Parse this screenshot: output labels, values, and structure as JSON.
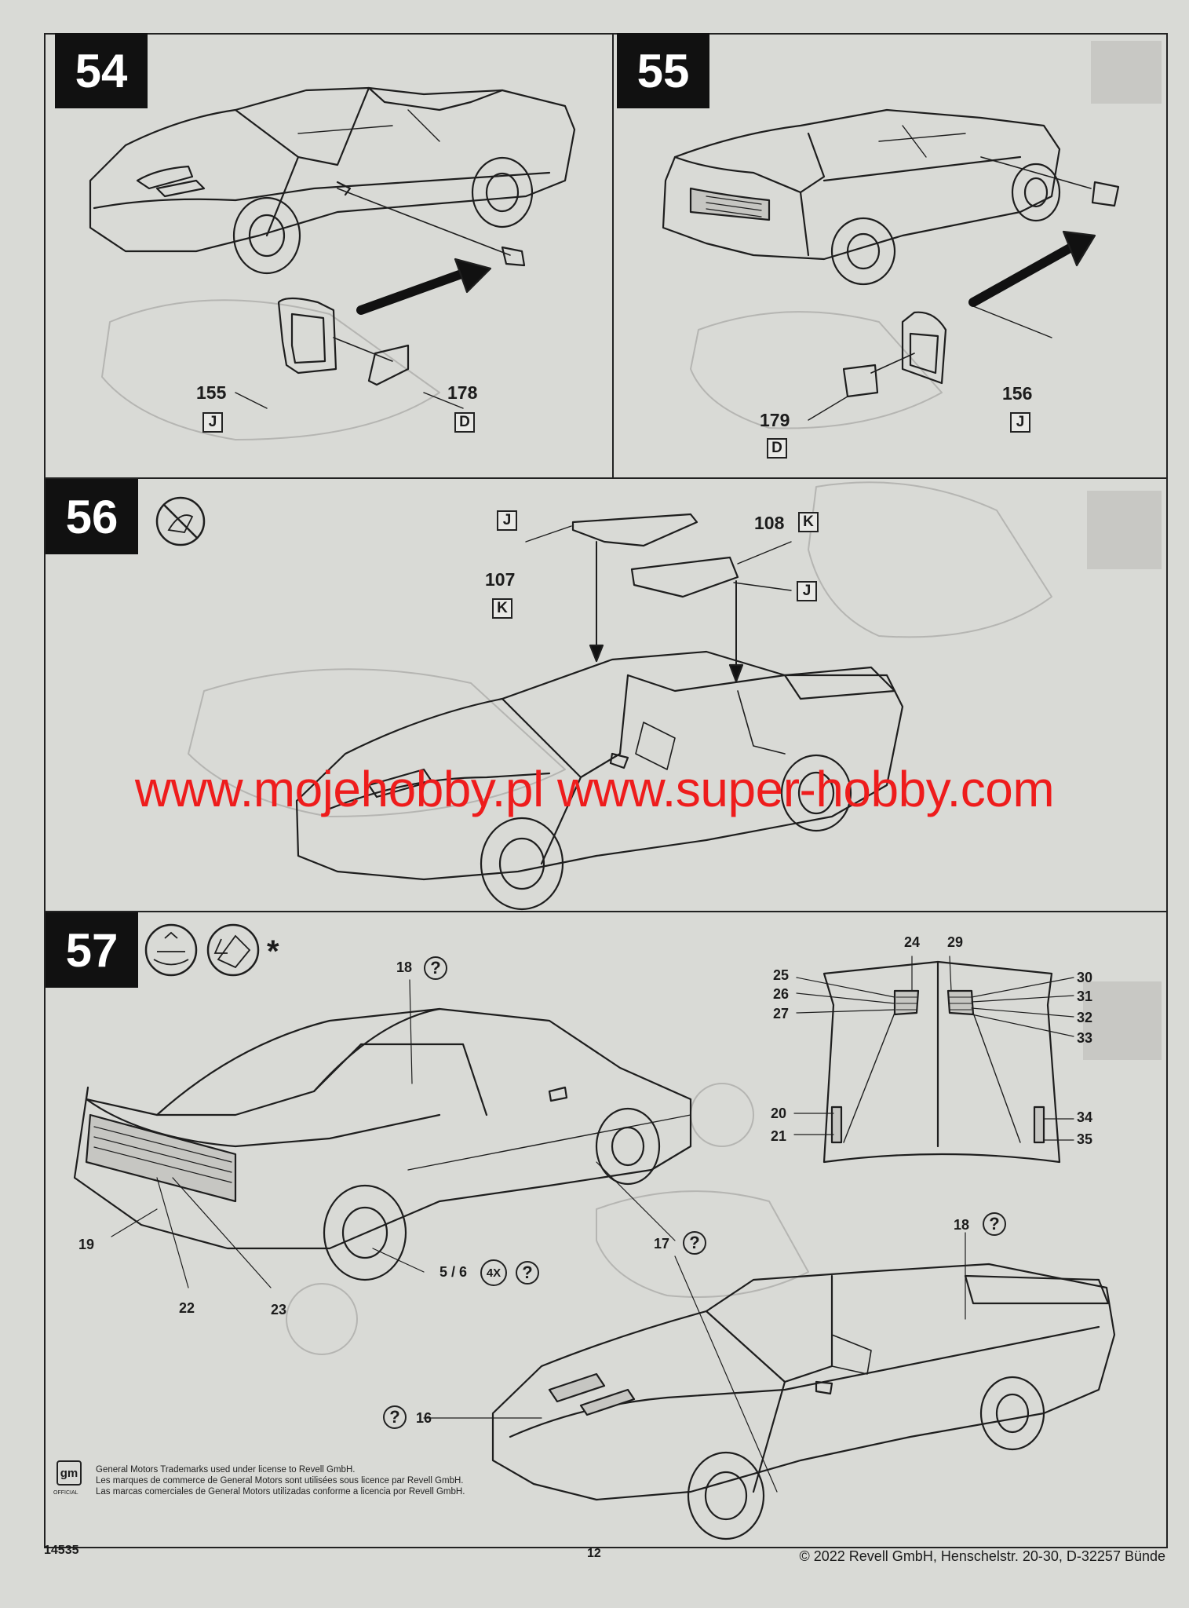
{
  "steps": [
    {
      "number": "54",
      "parts": [
        {
          "no": "155",
          "sprue": "J"
        },
        {
          "no": "178",
          "sprue": "D"
        }
      ]
    },
    {
      "number": "55",
      "parts": [
        {
          "no": "156",
          "sprue": "J"
        },
        {
          "no": "179",
          "sprue": "D"
        }
      ]
    },
    {
      "number": "56",
      "parts": [
        {
          "no": "107",
          "sprue": "K",
          "sprue2": "J"
        },
        {
          "no": "108",
          "sprue": "K",
          "sprue2": "J"
        }
      ]
    },
    {
      "number": "57",
      "decals": {
        "tail_left": [
          "19",
          "22",
          "23"
        ],
        "wheel": "5 / 6",
        "wheel_qty": "4X",
        "side_stripe": "17",
        "roof_top": "18",
        "roof_right": "18",
        "nose": "16",
        "hood_top": [
          "24",
          "29"
        ],
        "hood_left": [
          "25",
          "26",
          "27"
        ],
        "hood_right": [
          "30",
          "31",
          "32",
          "33"
        ],
        "hood_side_left": [
          "20",
          "21"
        ],
        "hood_side_right": [
          "34",
          "35"
        ],
        "asterisk": "*",
        "question": "?"
      }
    }
  ],
  "watermark": "www.mojehobby.pl www.super-hobby.com",
  "legal": {
    "logo": "gm",
    "logo_sub": "OFFICIAL",
    "line1": "General Motors Trademarks used under license to Revell GmbH.",
    "line2": "Les marques de commerce de General Motors sont utilisées sous licence par Revell GmbH.",
    "line3": "Las marcas comerciales de General Motors utilizadas conforme a licencia por Revell GmbH."
  },
  "footer": {
    "kit_no": "14535",
    "page": "12",
    "copyright": "© 2022 Revell GmbH, Henschelstr. 20-30, D-32257 Bünde"
  },
  "icons": [
    "no-glue-icon",
    "decal-water-icon",
    "decal-apply-icon"
  ]
}
